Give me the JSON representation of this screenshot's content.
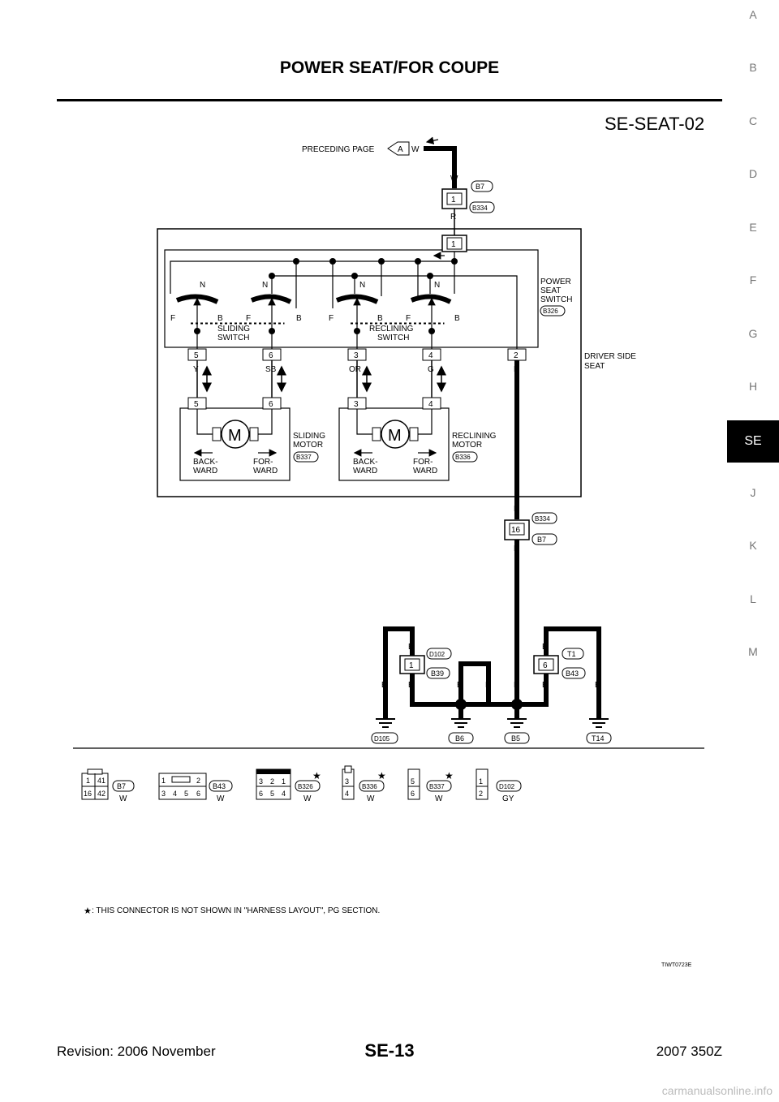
{
  "header": {
    "title": "POWER SEAT/FOR COUPE",
    "code": "SE-SEAT-02"
  },
  "side_nav": [
    "A",
    "B",
    "C",
    "D",
    "E",
    "F",
    "G",
    "H",
    "SE",
    "J",
    "K",
    "L",
    "M"
  ],
  "side_nav_active": "SE",
  "footer": {
    "left": "Revision: 2006 November",
    "center": "SE-13",
    "right": "2007 350Z"
  },
  "watermark": "carmanualsonline.info",
  "diagram": {
    "preceding_page": "PRECEDING PAGE",
    "preceding_marker": "A",
    "labels": {
      "power_seat_switch": [
        "POWER",
        "SEAT",
        "SWITCH"
      ],
      "driver_side_seat": [
        "DRIVER SIDE",
        "SEAT"
      ],
      "sliding_switch": [
        "SLIDING",
        "SWITCH"
      ],
      "reclining_switch": [
        "RECLINING",
        "SWITCH"
      ],
      "sliding_motor": [
        "SLIDING",
        "MOTOR"
      ],
      "reclining_motor": [
        "RECLINING",
        "MOTOR"
      ],
      "backward": [
        "BACK-",
        "WARD"
      ],
      "forward": [
        "FOR-",
        "WARD"
      ],
      "motor_symbol": "M",
      "switch_n": "N",
      "switch_f": "F",
      "switch_b": "B"
    },
    "connectors": {
      "B7": "B7",
      "B334": "B334",
      "B326": "B326",
      "B337": "B337",
      "B336": "B336",
      "D102": "D102",
      "B39": "B39",
      "T1": "T1",
      "B43": "B43"
    },
    "grounds": [
      "D105",
      "B6",
      "B5",
      "T14"
    ],
    "wire_colors": {
      "w": "W",
      "r": "R",
      "y": "Y",
      "sb": "SB",
      "or": "OR",
      "g": "G",
      "b": "B"
    },
    "pins": {
      "p1": "1",
      "p2": "2",
      "p3": "3",
      "p4": "4",
      "p5": "5",
      "p6": "6",
      "p16": "16"
    },
    "connector_table": [
      {
        "id": "B7",
        "color": "W",
        "pins": [
          "1",
          "41",
          "16",
          "42"
        ]
      },
      {
        "id": "B43",
        "color": "W",
        "pins": [
          "1",
          "2",
          "3",
          "4",
          "5",
          "6"
        ]
      },
      {
        "id": "B326",
        "color": "W",
        "star": true,
        "pins": [
          "3",
          "2",
          "1",
          "6",
          "5",
          "4"
        ]
      },
      {
        "id": "B336",
        "color": "W",
        "star": true,
        "pins": [
          "3",
          "4"
        ]
      },
      {
        "id": "B337",
        "color": "W",
        "star": true,
        "pins": [
          "5",
          "6"
        ]
      },
      {
        "id": "D102",
        "color": "GY",
        "pins": [
          "1",
          "2"
        ]
      }
    ],
    "star_symbol": "★",
    "note": ": THIS CONNECTOR IS NOT SHOWN IN \"HARNESS LAYOUT\", PG SECTION.",
    "figure_id": "TIWT0723E"
  }
}
